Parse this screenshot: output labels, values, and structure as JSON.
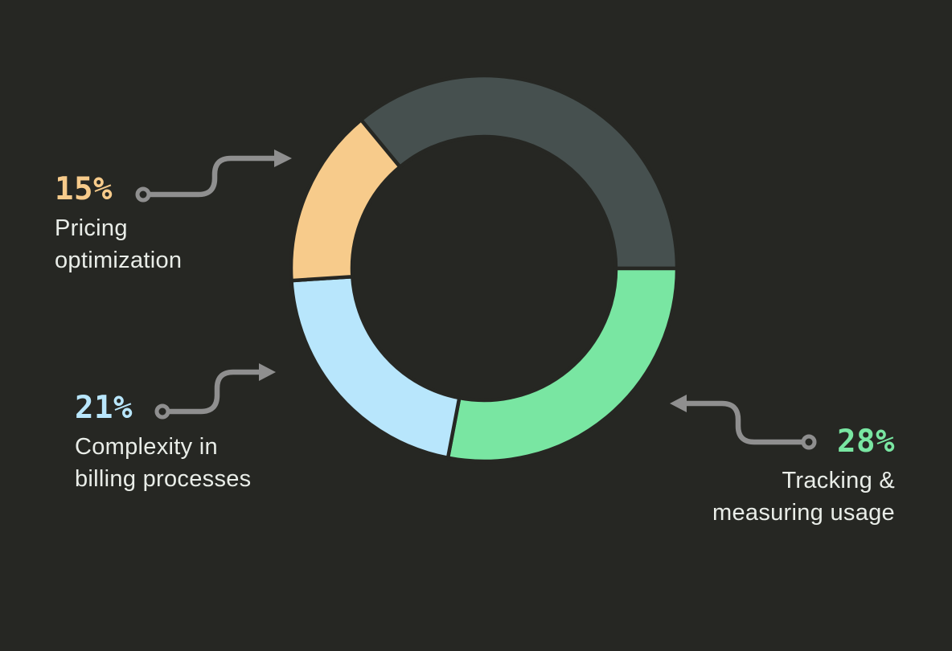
{
  "canvas": {
    "background": "#262723"
  },
  "chart_data": {
    "type": "donut",
    "title": "",
    "legend": "none",
    "outer_radius": 240,
    "inner_radius": 164,
    "start_angle_deg": -39.6,
    "gap_stroke": "#262723",
    "gap_stroke_width": 4.5,
    "segments": [
      {
        "name": "remainder",
        "label": "",
        "value": 36,
        "color": "#46504F"
      },
      {
        "name": "tracking-measuring-usage",
        "label": "Tracking & measuring usage",
        "value": 28,
        "color": "#79E6A2"
      },
      {
        "name": "complexity-billing",
        "label": "Complexity in billing processes",
        "value": 21,
        "color": "#B8E6FC"
      },
      {
        "name": "pricing-optimization",
        "label": "Pricing optimization",
        "value": 15,
        "color": "#F7CB8B"
      }
    ]
  },
  "callouts": [
    {
      "pct": "15%",
      "line1": "Pricing",
      "line2": "optimization",
      "color": "#F7CB8B"
    },
    {
      "pct": "21%",
      "line1": "Complexity in",
      "line2": "billing processes",
      "color": "#B8E6FC"
    },
    {
      "pct": "28%",
      "line1": "Tracking &",
      "line2": "measuring usage",
      "color": "#79E6A2"
    }
  ],
  "styles": {
    "connector_color": "#8F8F8F",
    "label_text_color": "#E9EDE8"
  }
}
